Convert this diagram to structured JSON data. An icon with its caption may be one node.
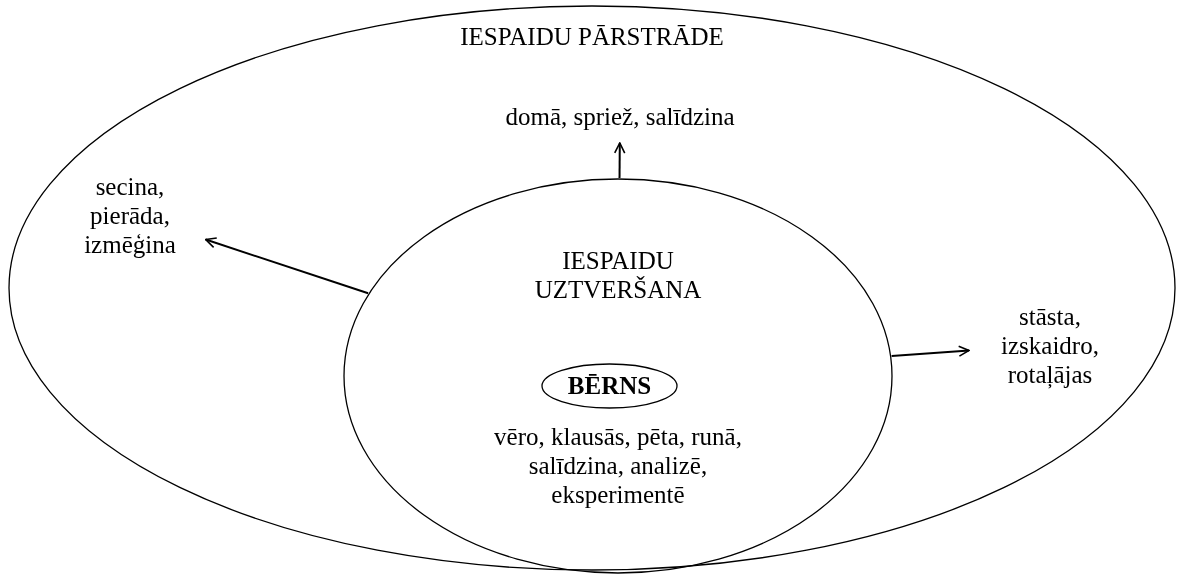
{
  "diagram": {
    "nodes": [
      {
        "text": [
          "IESPAIDU PĀRSTRĀDE"
        ]
      },
      {
        "text": [
          "IESPAIDU UZTVERŠANA",
          "vēro, klausās, pēta, runā, salīdzina, analizē, eksperimentē"
        ],
        "in": 0
      },
      {
        "text": [
          "BĒRNS"
        ],
        "in": 1
      },
      {
        "text": [
          "domā, spriež, salīdzina"
        ],
        "in": 0
      },
      {
        "text": [
          "secina, pierāda, izmēģina"
        ],
        "in": 0
      },
      {
        "text": [
          "stāsta, izskaidro, rotaļājas"
        ],
        "in": 0
      }
    ],
    "edges": [
      {
        "from": 1,
        "to": 3,
        "arrow": "to"
      },
      {
        "from": 1,
        "to": 4,
        "arrow": "to"
      },
      {
        "from": 1,
        "to": 5,
        "arrow": "to"
      }
    ]
  }
}
